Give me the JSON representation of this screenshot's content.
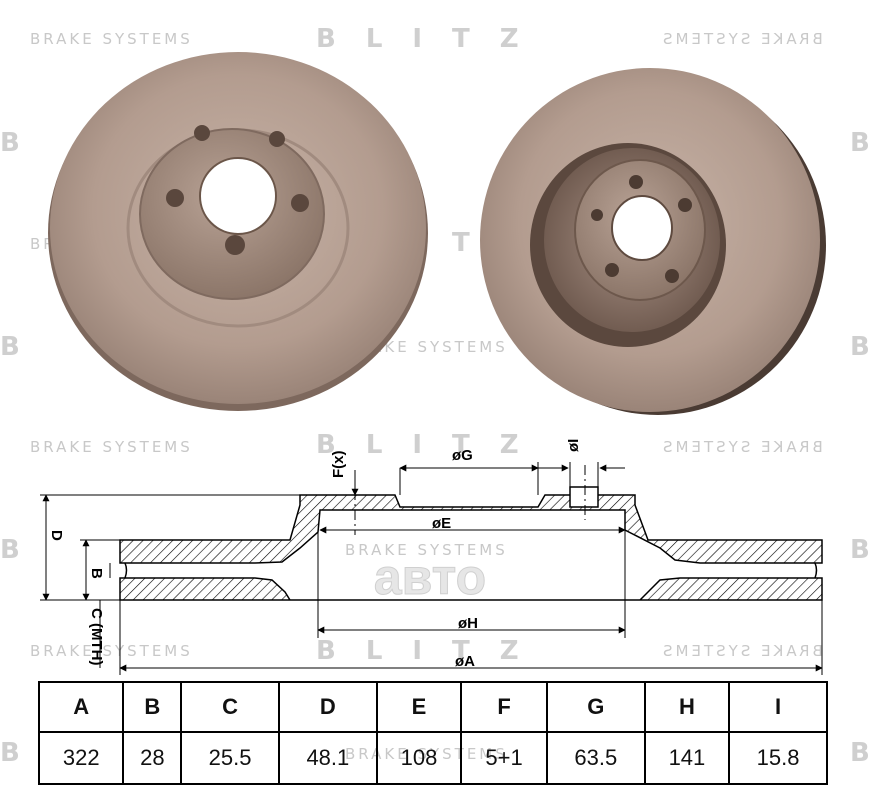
{
  "watermarks": {
    "brake_systems": "BRAKE SYSTEMS",
    "blitz": "BLITZ",
    "blitz_letter": "B"
  },
  "logo": {
    "text": "авто"
  },
  "diagram": {
    "labels": {
      "g": "øG",
      "i": "øI",
      "fx": "F(x)",
      "e": "øE",
      "h": "øH",
      "a": "øA",
      "d": "D",
      "b": "B",
      "c": "C (MTH)"
    }
  },
  "table": {
    "headers": [
      "A",
      "B",
      "C",
      "D",
      "E",
      "F",
      "G",
      "H",
      "I"
    ],
    "values": [
      "322",
      "28",
      "25.5",
      "48.1",
      "108",
      "5+1",
      "63.5",
      "141",
      "15.8"
    ]
  },
  "colors": {
    "disc": "#b59f92",
    "hub": "#9f8a7e",
    "watermark": "#c8c8c8"
  }
}
